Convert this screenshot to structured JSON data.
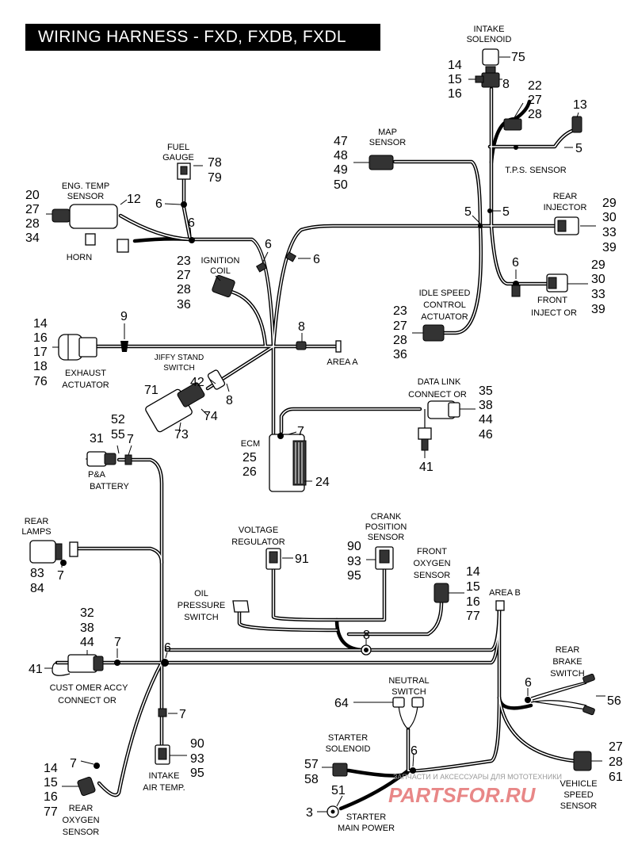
{
  "title": "WIRING HARNESS - FXD, FXDB, FXDL",
  "labels": {
    "intake_solenoid": [
      "INTAKE",
      "SOLENOID"
    ],
    "fuel_gauge": [
      "FUEL",
      "GAUGE"
    ],
    "eng_temp_sensor": [
      "ENG. TEMP",
      "SENSOR"
    ],
    "horn": "HORN",
    "ignition_coil": [
      "IGNITION",
      "COIL"
    ],
    "map_sensor": [
      "MAP",
      "SENSOR"
    ],
    "tps_sensor": "T.P.S. SENSOR",
    "rear_injector": [
      "REAR",
      "INJECTOR"
    ],
    "front_injector": [
      "FRONT",
      "INJECT OR"
    ],
    "idle_speed_control": [
      "IDLE SPEED",
      "CONTROL",
      "ACTUATOR"
    ],
    "exhaust_actuator": [
      "EXHAUST",
      "ACTUATOR"
    ],
    "jiffy_stand_switch": [
      "JIFFY STAND",
      "SWITCH"
    ],
    "area_a": "AREA A",
    "data_link_connector": [
      "DATA LINK",
      "CONNECT OR"
    ],
    "ecm": "ECM",
    "pa_battery": [
      "P&A",
      "BATTERY"
    ],
    "rear_lamps": [
      "REAR",
      "LAMPS"
    ],
    "voltage_regulator": [
      "VOLTAGE",
      "REGULATOR"
    ],
    "crank_position_sensor": [
      "CRANK",
      "POSITION",
      "SENSOR"
    ],
    "front_oxygen_sensor": [
      "FRONT",
      "OXYGEN",
      "SENSOR"
    ],
    "oil_pressure_switch": [
      "OIL",
      "PRESSURE",
      "SWITCH"
    ],
    "area_b": "AREA B",
    "customer_accy_connector": [
      "CUST OMER  ACCY",
      "CONNECT OR"
    ],
    "rear_brake_switch": [
      "REAR",
      "BRAKE",
      "SWITCH"
    ],
    "neutral_switch": [
      "NEUTRAL",
      "SWITCH"
    ],
    "starter_solenoid": [
      "STARTER",
      "SOLENOID"
    ],
    "intake_air_temp": [
      "INTAKE",
      "AIR TEMP."
    ],
    "rear_oxygen_sensor": [
      "REAR",
      "OXYGEN",
      "SENSOR"
    ],
    "vehicle_speed_sensor": [
      "VEHICLE",
      "SPEED",
      "SENSOR"
    ],
    "starter_main_power": [
      "STARTER",
      "MAIN POWER"
    ]
  },
  "callouts": {
    "intake_solenoid": [
      "75"
    ],
    "intake_solenoid_conn_left": [
      "14",
      "15",
      "16"
    ],
    "intake_solenoid_conn_right": [
      "8"
    ],
    "tps_connector": [
      "22",
      "27",
      "28"
    ],
    "tps_13": [
      "13"
    ],
    "tps_5": [
      "5"
    ],
    "fuel_gauge": [
      "78",
      "79"
    ],
    "eng_temp_sensor_left": [
      "20",
      "27",
      "28",
      "34"
    ],
    "eng_temp_sensor_right": [
      "12"
    ],
    "clip_6_a": [
      "6"
    ],
    "clip_6_b": [
      "6"
    ],
    "clip_6_c": [
      "6"
    ],
    "clip_6_d": [
      "6"
    ],
    "ignition_coil": [
      "23",
      "27",
      "28",
      "36"
    ],
    "map_sensor": [
      "47",
      "48",
      "49",
      "50"
    ],
    "junction_5_left": [
      "5"
    ],
    "junction_5_right": [
      "5"
    ],
    "rear_injector": [
      "29",
      "30",
      "33",
      "39"
    ],
    "clip_6_front_inj": [
      "6"
    ],
    "front_injector": [
      "29",
      "30",
      "33",
      "39"
    ],
    "idle_speed_control": [
      "23",
      "27",
      "28",
      "36"
    ],
    "exhaust_actuator": [
      "14",
      "16",
      "17",
      "18",
      "76"
    ],
    "clip_9": [
      "9"
    ],
    "clip_8_area_a": [
      "8"
    ],
    "jiffy_stand_switch_top": [
      "71",
      "42"
    ],
    "jiffy_stand_switch_right": [
      "74"
    ],
    "jiffy_stand_switch_bottom": [
      "73"
    ],
    "jiffy_8": [
      "8"
    ],
    "data_link_connector": [
      "35",
      "38",
      "44",
      "46"
    ],
    "data_link_41": [
      "41"
    ],
    "ecm_7": [
      "7"
    ],
    "ecm": [
      "25",
      "26"
    ],
    "ecm_24": [
      "24"
    ],
    "pa_battery_left": [
      "31"
    ],
    "pa_battery_top": [
      "52",
      "55"
    ],
    "pa_battery_7": [
      "7"
    ],
    "rear_lamps": [
      "83",
      "84"
    ],
    "rear_lamps_7": [
      "7"
    ],
    "voltage_regulator": [
      "91"
    ],
    "crank_position_sensor": [
      "90",
      "93",
      "95"
    ],
    "front_oxygen_sensor": [
      "14",
      "15",
      "16",
      "77"
    ],
    "clip_8_lower": [
      "8"
    ],
    "customer_accy_top": [
      "32",
      "38",
      "44"
    ],
    "customer_accy_7": [
      "7"
    ],
    "customer_accy_41": [
      "41"
    ],
    "clip_6_lower": [
      "6"
    ],
    "rear_brake_6": [
      "6"
    ],
    "rear_brake_switch": [
      "56"
    ],
    "intake_air_7": [
      "7"
    ],
    "intake_air_temp": [
      "90",
      "93",
      "95"
    ],
    "neutral_switch": [
      "64"
    ],
    "starter_6": [
      "6"
    ],
    "starter_solenoid": [
      "57",
      "58"
    ],
    "starter_main_power_51": [
      "51"
    ],
    "starter_main_power_3": [
      "3"
    ],
    "rear_oxygen_sensor_7": [
      "7"
    ],
    "rear_oxygen_sensor": [
      "14",
      "15",
      "16",
      "77"
    ],
    "vehicle_speed_sensor": [
      "27",
      "28",
      "61"
    ]
  },
  "watermark": {
    "small": "ЗАПЧАСТИ И АКСЕССУАРЫ ДЛЯ МОТОТЕХНИКИ",
    "big": "PARTSFOR.RU"
  }
}
